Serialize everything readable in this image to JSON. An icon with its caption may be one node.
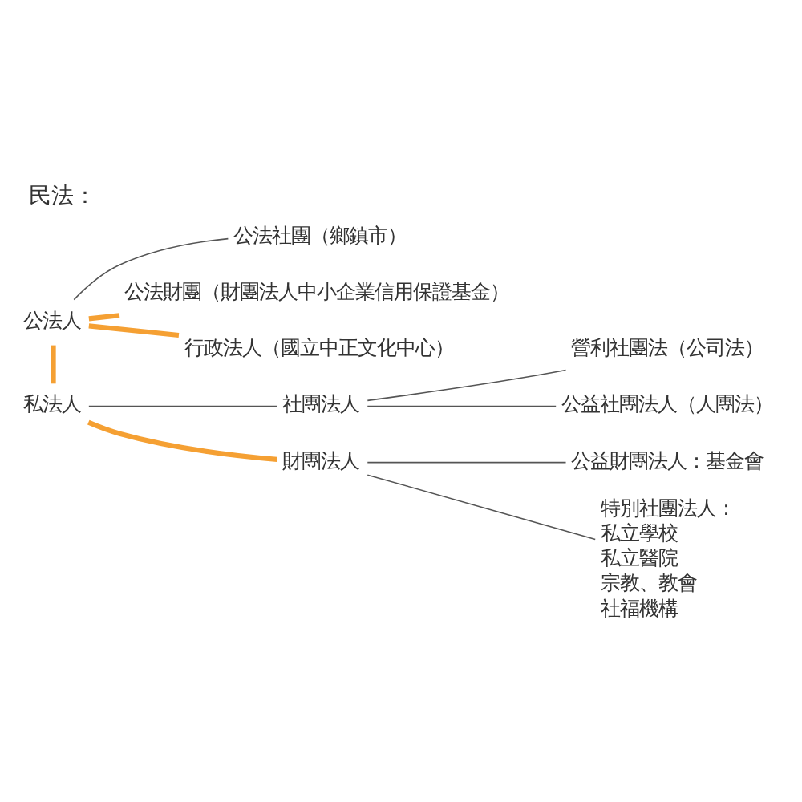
{
  "diagram": {
    "title": "民法：",
    "nodes": [
      {
        "text": [
          "公法人"
        ]
      },
      {
        "text": [
          "公法社團（鄉鎮市）"
        ]
      },
      {
        "text": [
          "公法財團（財團法人中小企業信用保證基金）"
        ]
      },
      {
        "text": [
          "行政法人（國立中正文化中心）"
        ]
      },
      {
        "text": [
          "私法人"
        ]
      },
      {
        "text": [
          "社團法人"
        ]
      },
      {
        "text": [
          "營利社團法（公司法）"
        ]
      },
      {
        "text": [
          "公益社團法人（人團法）"
        ]
      },
      {
        "text": [
          "財團法人"
        ]
      },
      {
        "text": [
          "公益財團法人：基金會"
        ]
      },
      {
        "text": [
          "特別社團法人：",
          "私立學校",
          "私立醫院",
          "宗教、教會",
          "社福機構"
        ]
      }
    ],
    "edges": [
      {
        "from": 0,
        "to": 1,
        "arrow": "none"
      },
      {
        "from": 0,
        "to": 2,
        "arrow": "none",
        "style": "thick",
        "color": "#f5a033"
      },
      {
        "from": 0,
        "to": 3,
        "arrow": "none",
        "style": "thick",
        "color": "#f5a033"
      },
      {
        "from": 0,
        "to": 4,
        "arrow": "none",
        "style": "thick",
        "color": "#f5a033"
      },
      {
        "from": 4,
        "to": 5,
        "arrow": "none"
      },
      {
        "from": 4,
        "to": 8,
        "arrow": "none",
        "style": "thick",
        "color": "#f5a033"
      },
      {
        "from": 5,
        "to": 6,
        "arrow": "none"
      },
      {
        "from": 5,
        "to": 7,
        "arrow": "none"
      },
      {
        "from": 8,
        "to": 9,
        "arrow": "none"
      },
      {
        "from": 8,
        "to": 10,
        "arrow": "none"
      }
    ]
  }
}
